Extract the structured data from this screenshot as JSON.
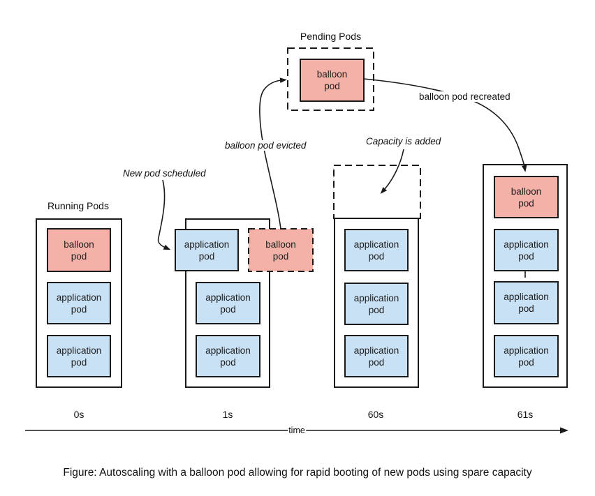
{
  "colors": {
    "balloon_pod_fill": "#f4b1a8",
    "application_pod_fill": "#c9e1f5",
    "stroke": "#1a1a1a"
  },
  "pending_pods": {
    "title": "Pending Pods",
    "pod": {
      "type": "balloon",
      "label": "balloon\npod"
    }
  },
  "running_pods": {
    "title": "Running Pods"
  },
  "annotations": {
    "new_pod_scheduled": "New pod scheduled",
    "balloon_pod_evicted": "balloon pod evicted",
    "capacity_is_added": "Capacity is added",
    "balloon_pod_recreated": "balloon pod recreated"
  },
  "columns": [
    {
      "time": "0s",
      "pods": [
        {
          "type": "balloon",
          "label": "balloon\npod"
        },
        {
          "type": "application",
          "label": "application\npod"
        },
        {
          "type": "application",
          "label": "application\npod"
        }
      ]
    },
    {
      "time": "1s",
      "pods": [
        {
          "type": "application",
          "label": "application\npod"
        },
        {
          "type": "balloon",
          "label": "balloon\npod",
          "style": "dashed"
        },
        {
          "type": "application",
          "label": "application\npod"
        },
        {
          "type": "application",
          "label": "application\npod"
        }
      ]
    },
    {
      "time": "60s",
      "capacity_box": "empty dashed box",
      "pods": [
        {
          "type": "application",
          "label": "application\npod"
        },
        {
          "type": "application",
          "label": "application\npod"
        },
        {
          "type": "application",
          "label": "application\npod"
        }
      ]
    },
    {
      "time": "61s",
      "pods": [
        {
          "type": "balloon",
          "label": "balloon\npod"
        },
        {
          "type": "application",
          "label": "application\npod"
        },
        {
          "type": "application",
          "label": "application\npod"
        },
        {
          "type": "application",
          "label": "application\npod"
        }
      ]
    }
  ],
  "timeline": {
    "axis_label": "time",
    "ticks": [
      "0s",
      "1s",
      "60s",
      "61s"
    ]
  },
  "caption": "Figure: Autoscaling with a balloon pod allowing for rapid booting of new pods using spare capacity"
}
